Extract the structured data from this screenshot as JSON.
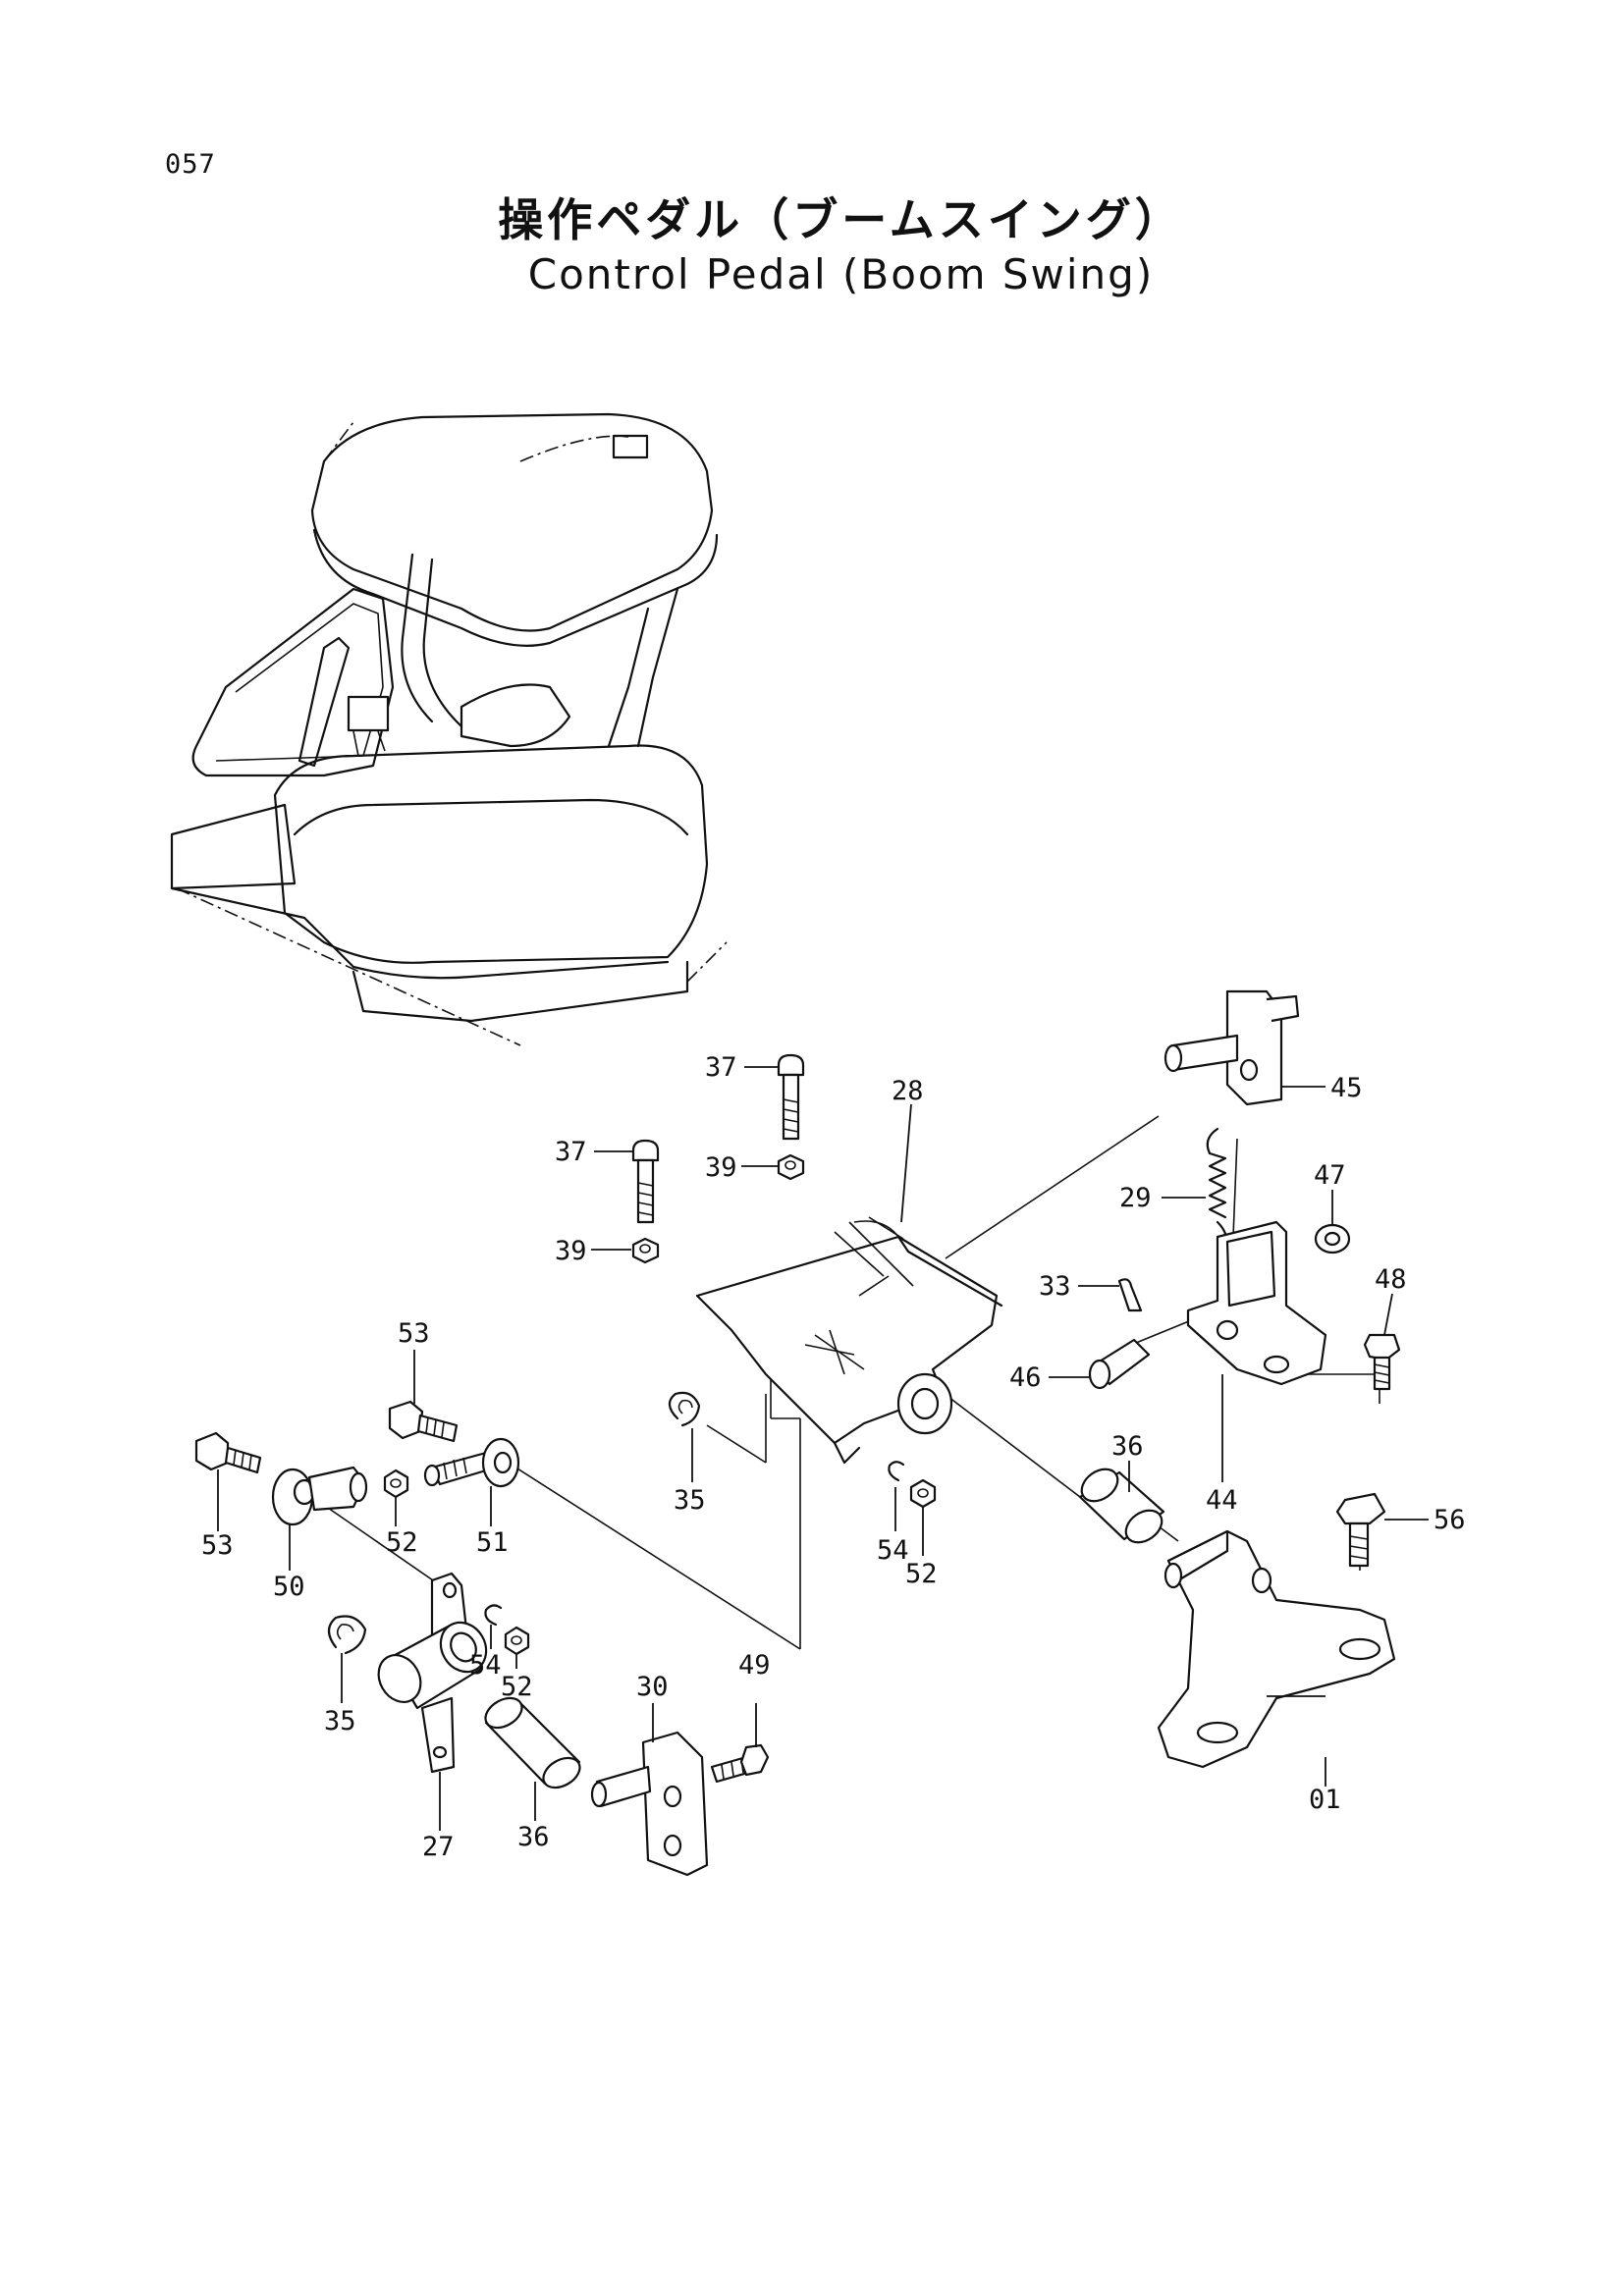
{
  "page": {
    "code": "057"
  },
  "title": {
    "japanese": "操作ペダル（ブームスイング）",
    "english": "Control Pedal (Boom Swing)"
  },
  "callouts": {
    "c01": "01",
    "c27": "27",
    "c28": "28",
    "c29": "29",
    "c30": "30",
    "c33": "33",
    "c35a": "35",
    "c35b": "35",
    "c36a": "36",
    "c36b": "36",
    "c37a": "37",
    "c37b": "37",
    "c39a": "39",
    "c39b": "39",
    "c44": "44",
    "c45": "45",
    "c46": "46",
    "c47": "47",
    "c48": "48",
    "c49": "49",
    "c50": "50",
    "c51": "51",
    "c52a": "52",
    "c52b": "52",
    "c52c": "52",
    "c53a": "53",
    "c53b": "53",
    "c54a": "54",
    "c54b": "54",
    "c56": "56"
  }
}
